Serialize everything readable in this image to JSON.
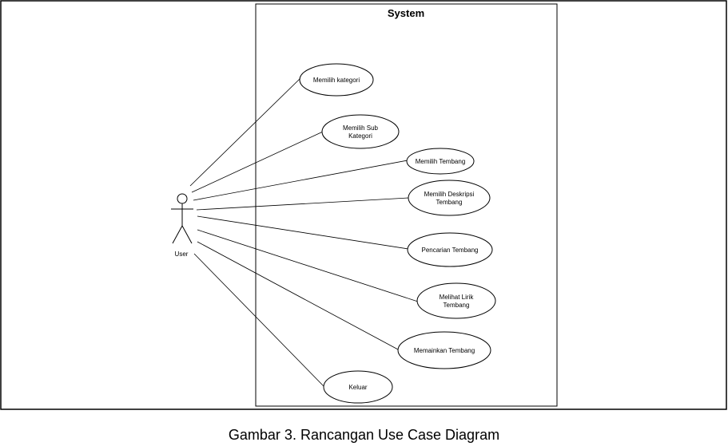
{
  "diagram": {
    "system_title": "System",
    "actor": {
      "name": "User"
    },
    "use_cases": [
      {
        "id": "uc1",
        "lines": [
          "Memilih kategori"
        ]
      },
      {
        "id": "uc2",
        "lines": [
          "Memilih Sub",
          "Kategori"
        ]
      },
      {
        "id": "uc3",
        "lines": [
          "Memilih Tembang"
        ]
      },
      {
        "id": "uc4",
        "lines": [
          "Memilih Deskripsi",
          "Tembang"
        ]
      },
      {
        "id": "uc5",
        "lines": [
          "Pencarian Tembang"
        ]
      },
      {
        "id": "uc6",
        "lines": [
          "Melihat Lirik",
          "Tembang"
        ]
      },
      {
        "id": "uc7",
        "lines": [
          "Memainkan Tembang"
        ]
      },
      {
        "id": "uc8",
        "lines": [
          "Keluar"
        ]
      }
    ]
  },
  "caption": "Gambar 3. Rancangan Use Case Diagram"
}
